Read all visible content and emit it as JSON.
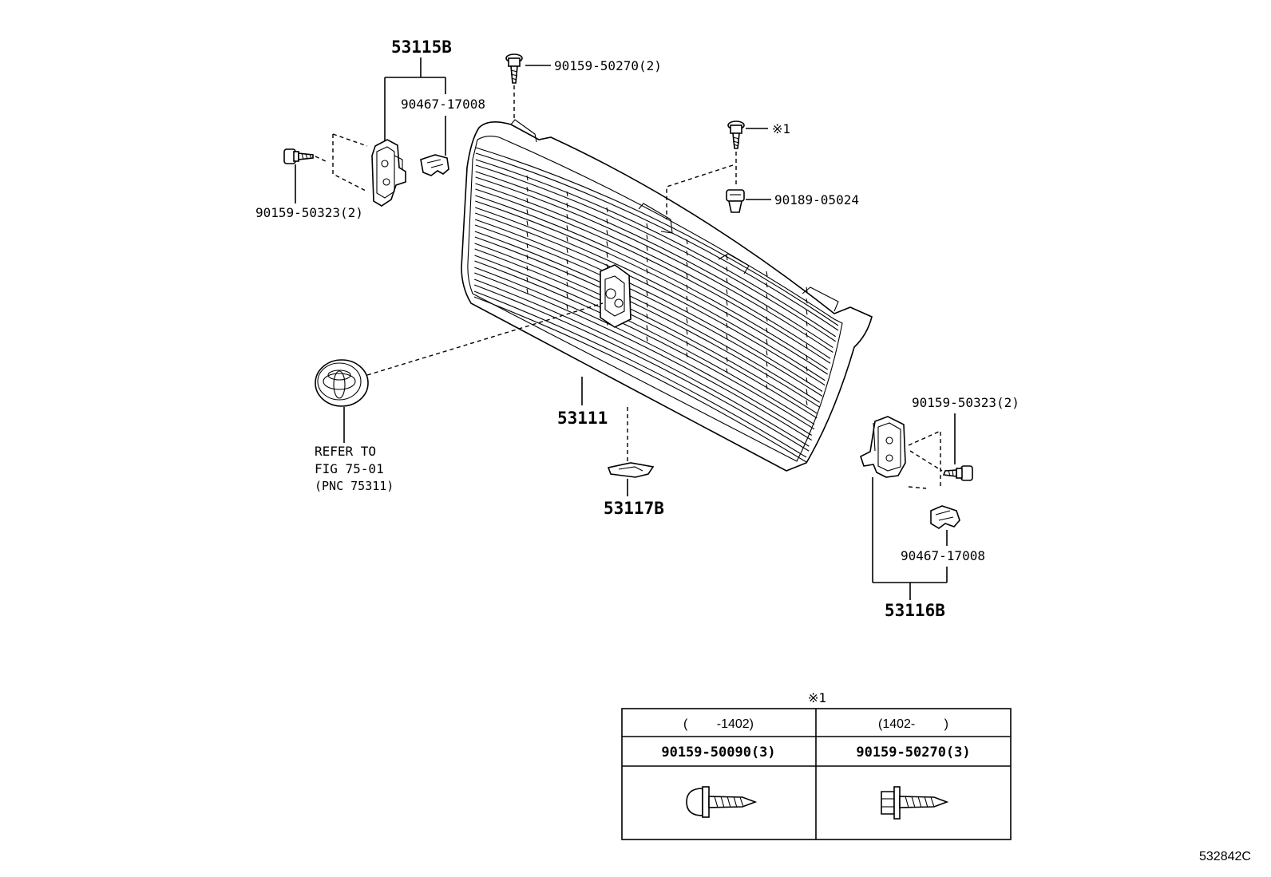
{
  "diagram": {
    "labels": {
      "bracket_left_group": "53115B",
      "clip_left": "90467-17008",
      "screw_left": "90159-50323(2)",
      "screw_top": "90159-50270(2)",
      "screw_note_marker": "※1",
      "nut_clip": "90189-05024",
      "grille": "53111",
      "emblem_ref_line1": "REFER TO",
      "emblem_ref_line2": "FIG 75-01",
      "emblem_ref_line3": "(PNC 75311)",
      "retainer_bottom": "53117B",
      "screw_right": "90159-50323(2)",
      "clip_right": "90467-17008",
      "bracket_right_group": "53116B"
    },
    "note_table": {
      "marker": "※1",
      "columns": [
        {
          "range": "(　　 -1402)",
          "part_no": "90159-50090(3)",
          "icon": "round-head-screw-icon"
        },
        {
          "range": "(1402- 　　)",
          "part_no": "90159-50270(3)",
          "icon": "hex-flange-screw-icon"
        }
      ]
    },
    "figure_code": "532842C"
  }
}
